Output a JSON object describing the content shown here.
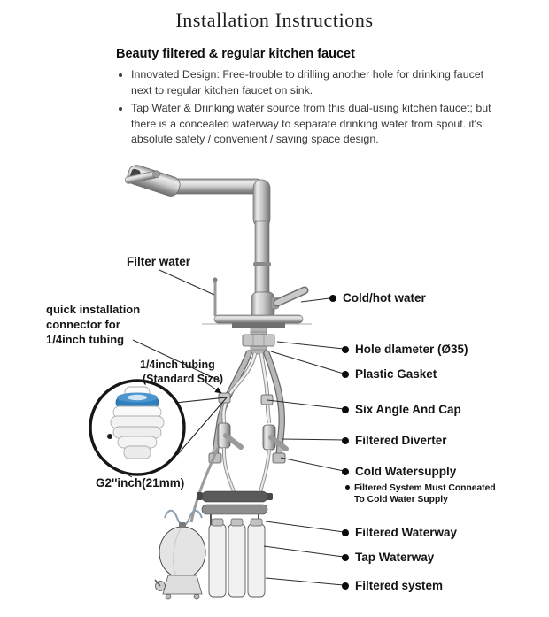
{
  "title": "Installation Instructions",
  "heading": "Beauty filtered & regular kitchen faucet",
  "bullets": [
    "Innovated Design: Free-trouble to drilling another hole for drinking faucet next to regular kitchen faucet on sink.",
    "Tap Water & Drinking water source from this dual-using kitchen faucet; but there is a concealed waterway to separate drinking water from spout. it's absolute safety / convenient / saving space design."
  ],
  "labels": {
    "filter_water": "Filter water",
    "quick_connector_line1": "quick installation",
    "quick_connector_line2": "connector for",
    "quick_connector_line3": "1/4inch tubing",
    "tubing_line1": "1/4inch tubing",
    "tubing_line2": "(Standard Size)",
    "g2_inch": "G2''inch(21mm)",
    "cold_hot_water": "Cold/hot water",
    "hole_diameter": "Hole dlameter (Ø35)",
    "plastic_gasket": "Plastic Gasket",
    "six_angle_cap": "Six Angle And Cap",
    "filtered_diverter": "Filtered Diverter",
    "cold_watersupply": "Cold Watersupply",
    "cold_supply_note_line1": "Filtered System Must Conneated",
    "cold_supply_note_line2": "To Cold Water Supply",
    "filtered_waterway": "Filtered Waterway",
    "tap_waterway": "Tap Waterway",
    "filtered_system": "Filtered system"
  },
  "colors": {
    "connector_ring_blue": "#2f7fbe",
    "leader_line": "#2b2b2b",
    "text_dark": "#141414"
  }
}
